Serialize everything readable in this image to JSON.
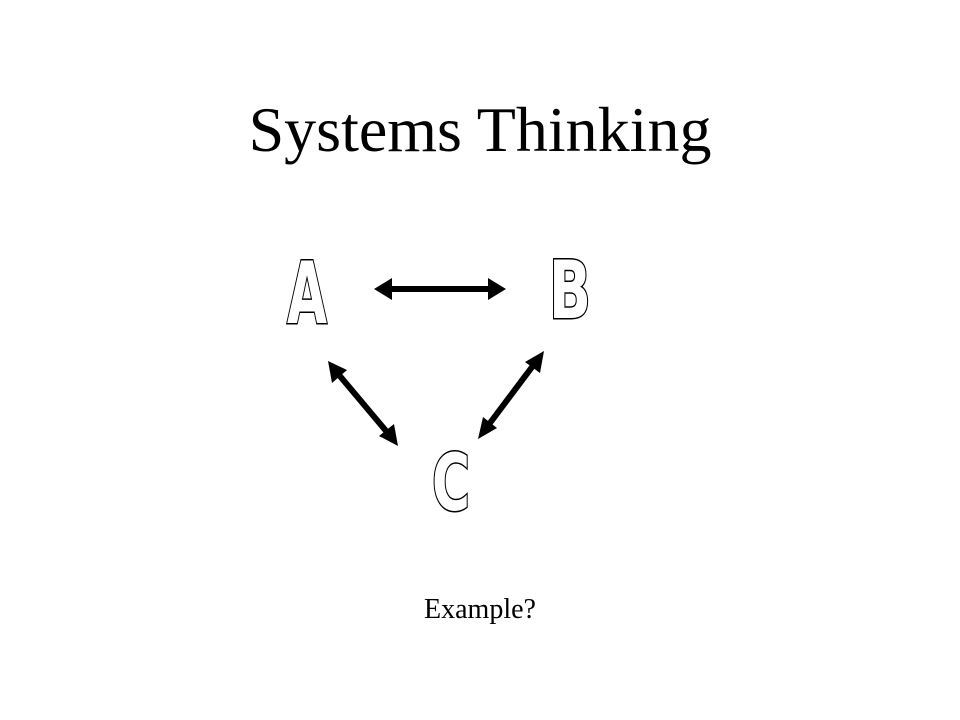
{
  "slide": {
    "title": "Systems Thinking",
    "caption": "Example?"
  },
  "diagram": {
    "nodes": [
      {
        "id": "a",
        "label": "A"
      },
      {
        "id": "b",
        "label": "B"
      },
      {
        "id": "c",
        "label": "C"
      }
    ],
    "edges": [
      {
        "from": "a",
        "to": "b",
        "type": "bidirectional"
      },
      {
        "from": "a",
        "to": "c",
        "type": "bidirectional"
      },
      {
        "from": "b",
        "to": "c",
        "type": "bidirectional"
      }
    ],
    "colors": {
      "stroke": "#000000",
      "fill": "#ffffff"
    }
  }
}
